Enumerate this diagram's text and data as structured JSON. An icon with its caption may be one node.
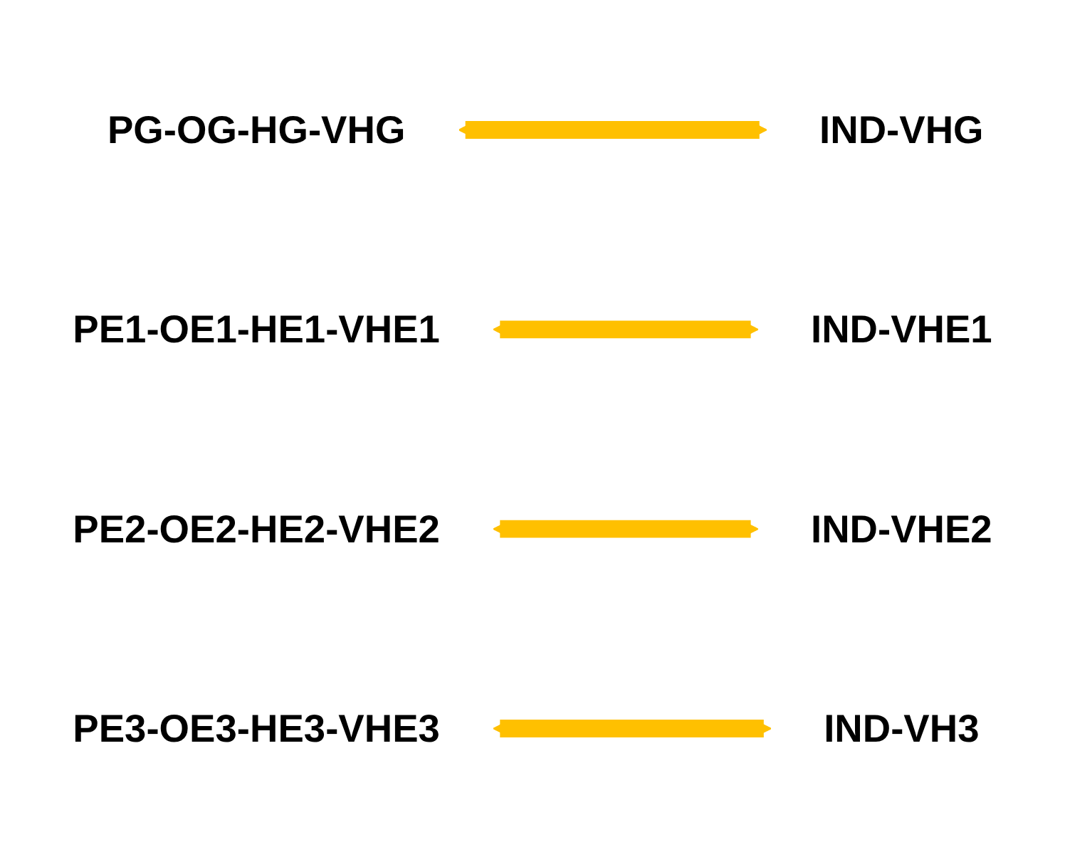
{
  "diagram": {
    "nodes": [
      {
        "text": [
          "PG-OG-HG-VHG"
        ]
      },
      {
        "text": [
          "IND-VHG"
        ]
      },
      {
        "text": [
          "PE1-OE1-HE1-VHE1"
        ]
      },
      {
        "text": [
          "IND-VHE1"
        ]
      },
      {
        "text": [
          "PE2-OE2-HE2-VHE2"
        ]
      },
      {
        "text": [
          "IND-VHE2"
        ]
      },
      {
        "text": [
          "PE3-OE3-HE3-VHE3"
        ]
      },
      {
        "text": [
          "IND-VH3"
        ]
      }
    ],
    "edges": [
      {
        "from": 0,
        "to": 1,
        "arrow": "both"
      },
      {
        "from": 2,
        "to": 3,
        "arrow": "both"
      },
      {
        "from": 4,
        "to": 5,
        "arrow": "both"
      },
      {
        "from": 6,
        "to": 7,
        "arrow": "both"
      }
    ]
  }
}
